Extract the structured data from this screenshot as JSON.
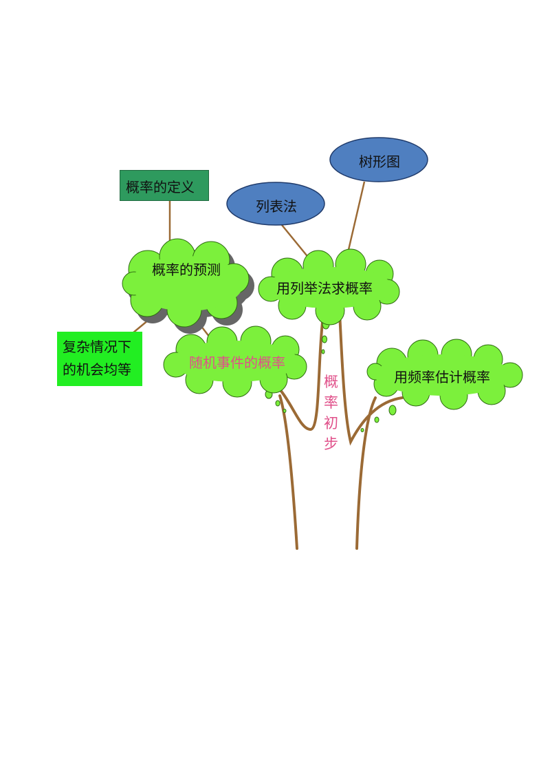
{
  "diagram": {
    "trunk_label": "概率初步",
    "nodes": {
      "definition": "概率的定义",
      "prediction": "概率的预测",
      "equal_chance_line1": "复杂情况下",
      "equal_chance_line2": "的机会均等",
      "random_event": "随机事件的概率",
      "enumeration": "用列举法求概率",
      "table_method": "列表法",
      "tree_diagram": "树形图",
      "frequency": "用频率估计概率"
    },
    "colors": {
      "trunk": "#9b6a35",
      "cloud": "#7cf03c",
      "cloud_outline": "#2f6b12",
      "cloud_shadow": "#666666",
      "ellipse": "#4f7fc0",
      "definition_box": "#2e9a5e",
      "equal_box": "#22ee22",
      "pink_text": "#e0508a"
    }
  }
}
